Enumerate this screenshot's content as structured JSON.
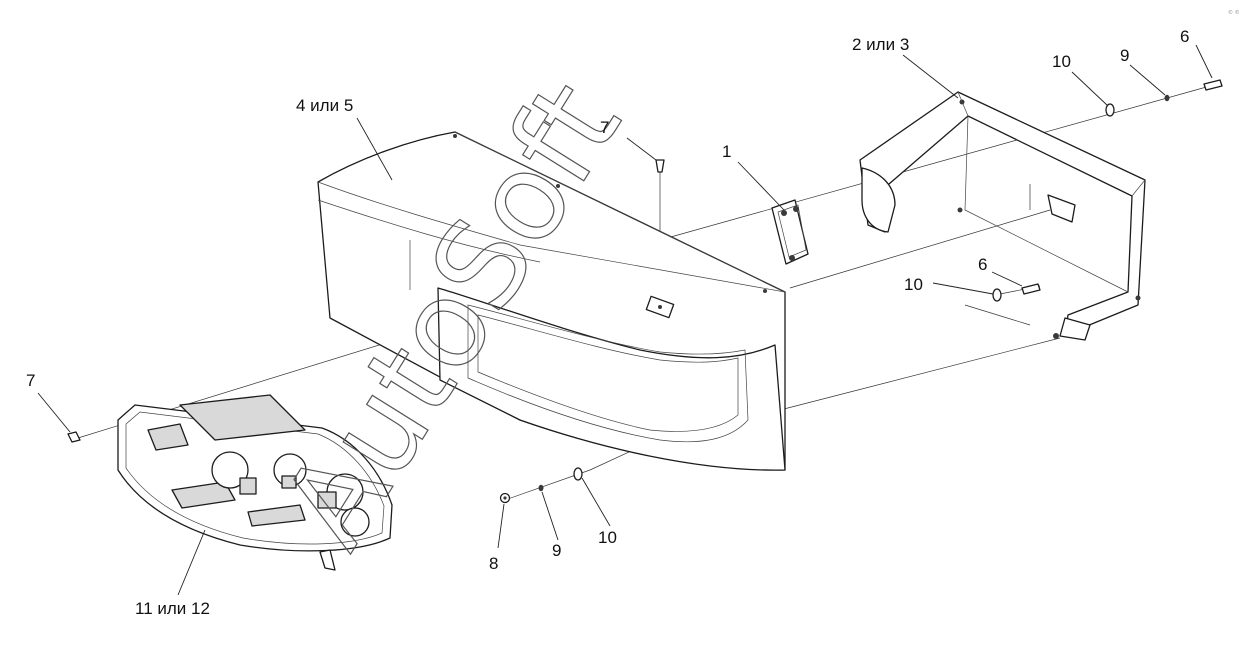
{
  "callouts": [
    {
      "id": "c1",
      "text": "1"
    },
    {
      "id": "c2",
      "text": "2 или 3"
    },
    {
      "id": "c4",
      "text": "4 или 5"
    },
    {
      "id": "c6a",
      "text": "6"
    },
    {
      "id": "c6b",
      "text": "6"
    },
    {
      "id": "c7a",
      "text": "7"
    },
    {
      "id": "c7b",
      "text": "7"
    },
    {
      "id": "c8",
      "text": "8"
    },
    {
      "id": "c9a",
      "text": "9"
    },
    {
      "id": "c9b",
      "text": "9"
    },
    {
      "id": "c10a",
      "text": "10"
    },
    {
      "id": "c10b",
      "text": "10"
    },
    {
      "id": "c10c",
      "text": "10"
    },
    {
      "id": "c11",
      "text": "11 или 12"
    }
  ],
  "watermark": {
    "text": "AutoSoft"
  },
  "corner_mark": {
    "text": "© ©"
  }
}
